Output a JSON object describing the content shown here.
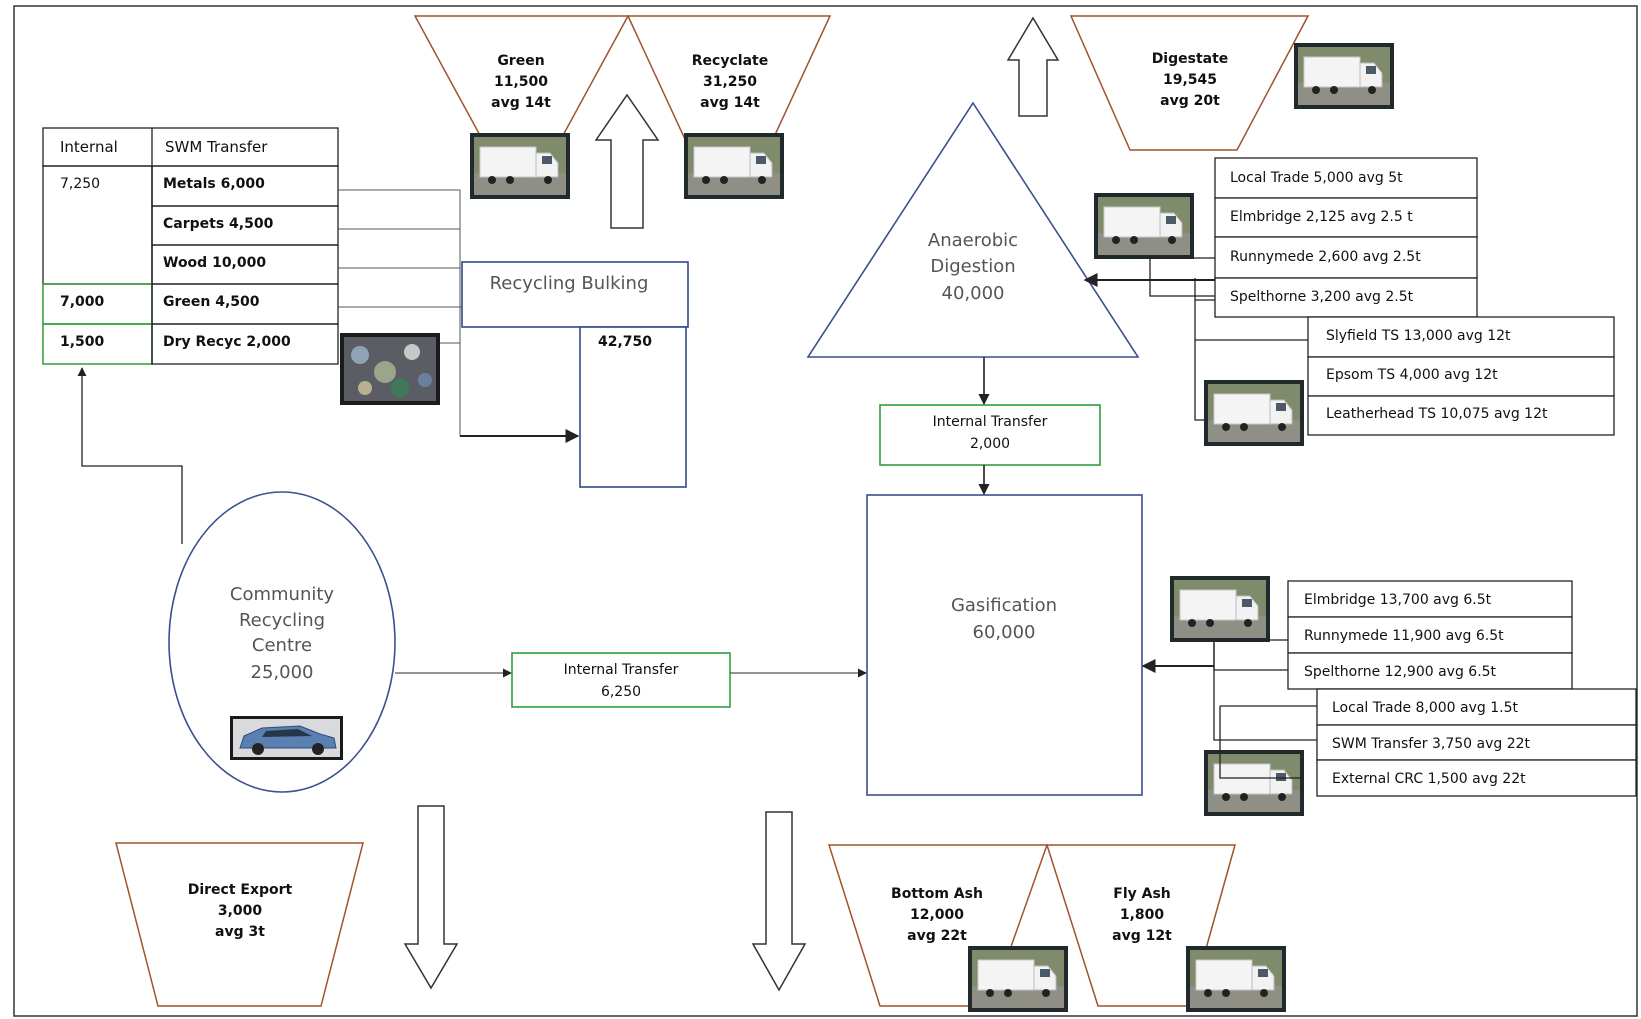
{
  "recycling_table": {
    "headers": [
      "Internal",
      "SWM Transfer"
    ],
    "rows": [
      {
        "internal": "7,250",
        "swm": "Metals 6,000"
      },
      {
        "internal": "",
        "swm": "Carpets 4,500"
      },
      {
        "internal": "",
        "swm": "Wood 10,000"
      },
      {
        "internal": "7,000",
        "swm": "Green 4,500"
      },
      {
        "internal": "1,500",
        "swm": "Dry Recyc 2,000"
      }
    ]
  },
  "outputs_top": {
    "green": {
      "name": "Green",
      "amount": "11,500",
      "avg": "avg 14t"
    },
    "recyclate": {
      "name": "Recyclate",
      "amount": "31,250",
      "avg": "avg 14t"
    },
    "digestate": {
      "name": "Digestate",
      "amount": "19,545",
      "avg": "avg 20t"
    }
  },
  "recycling_bulking": {
    "label": "Recycling Bulking",
    "amount": "42,750"
  },
  "anaerobic_digestion": {
    "line1": "Anaerobic",
    "line2": "Digestion",
    "amount": "40,000"
  },
  "ad_inputs_a": [
    "Local Trade 5,000 avg 5t",
    "Elmbridge 2,125 avg 2.5 t",
    "Runnymede 2,600 avg 2.5t",
    "Spelthorne 3,200 avg 2.5t"
  ],
  "ad_inputs_b": [
    "Slyfield TS 13,000 avg 12t",
    "Epsom TS 4,000 avg 12t",
    "Leatherhead TS 10,075 avg 12t"
  ],
  "internal_transfer_ad": {
    "label": "Internal Transfer",
    "amount": "2,000"
  },
  "gasification": {
    "label": "Gasification",
    "amount": "60,000"
  },
  "gas_inputs_a": [
    "Elmbridge 13,700 avg 6.5t",
    "Runnymede 11,900 avg 6.5t",
    "Spelthorne 12,900 avg 6.5t"
  ],
  "gas_inputs_b": [
    "Local Trade 8,000 avg 1.5t",
    "SWM Transfer 3,750 avg 22t",
    "External CRC 1,500 avg 22t"
  ],
  "crc": {
    "line1": "Community",
    "line2": "Recycling",
    "line3": "Centre",
    "amount": "25,000"
  },
  "internal_transfer_crc": {
    "label": "Internal Transfer",
    "amount": "6,250"
  },
  "outputs_bottom": {
    "direct_export": {
      "name": "Direct Export",
      "amount": "3,000",
      "avg": "avg 3t"
    },
    "bottom_ash": {
      "name": "Bottom Ash",
      "amount": "12,000",
      "avg": "avg 22t"
    },
    "fly_ash": {
      "name": "Fly Ash",
      "amount": "1,800",
      "avg": "avg 12t"
    }
  },
  "colors": {
    "funnel": "#a0522d",
    "blue_box": "#2e4a8a",
    "green_box": "#2e9e3c",
    "line": "#222222",
    "ellipse": "#3a4f8f"
  }
}
